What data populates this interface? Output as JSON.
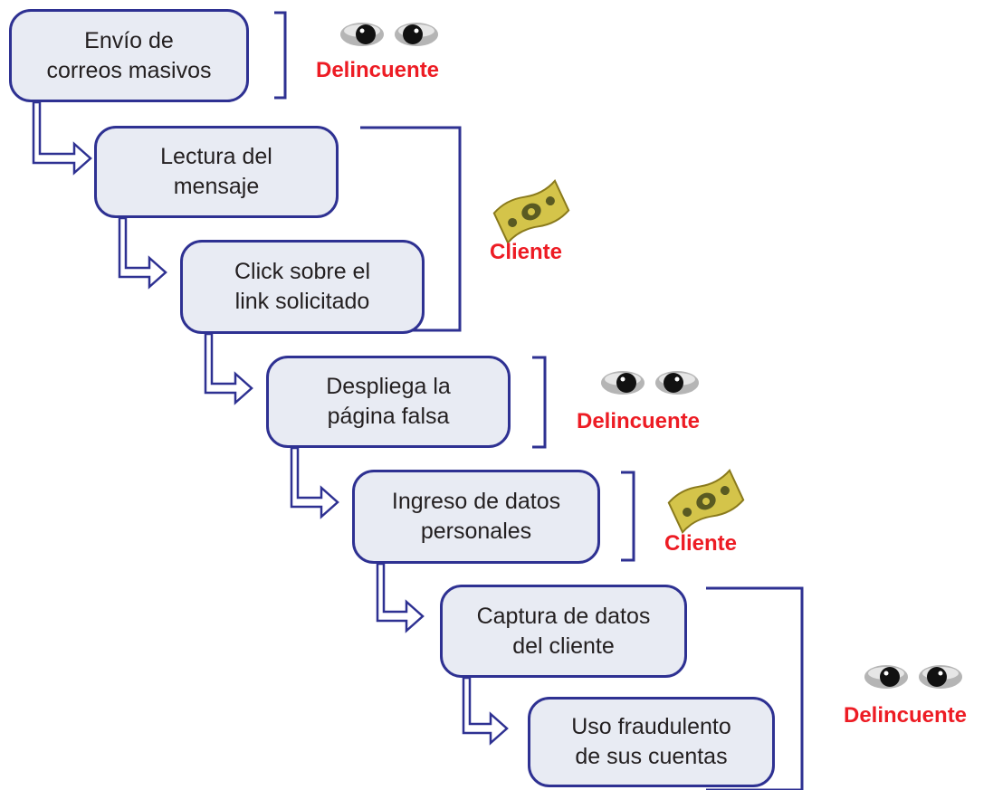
{
  "colors": {
    "box_fill": "#e8ebf3",
    "box_border": "#2e3192",
    "arrow": "#2e3192",
    "role_text": "#ed1c24",
    "money": "#d4c44a"
  },
  "steps": [
    {
      "label": "Envío de\ncorreos masivos"
    },
    {
      "label": "Lectura del\nmensaje"
    },
    {
      "label": "Click sobre el\nlink solicitado"
    },
    {
      "label": "Despliega la\npágina falsa"
    },
    {
      "label": "Ingreso de datos\npersonales"
    },
    {
      "label": "Captura de datos\ndel cliente"
    },
    {
      "label": "Uso fraudulento\nde sus cuentas"
    }
  ],
  "groups": [
    {
      "role": "Delincuente",
      "icon": "eyes-icon"
    },
    {
      "role": "Cliente",
      "icon": "money-icon"
    },
    {
      "role": "Delincuente",
      "icon": "eyes-icon"
    },
    {
      "role": "Cliente",
      "icon": "money-icon"
    },
    {
      "role": "Delincuente",
      "icon": "eyes-icon"
    }
  ]
}
